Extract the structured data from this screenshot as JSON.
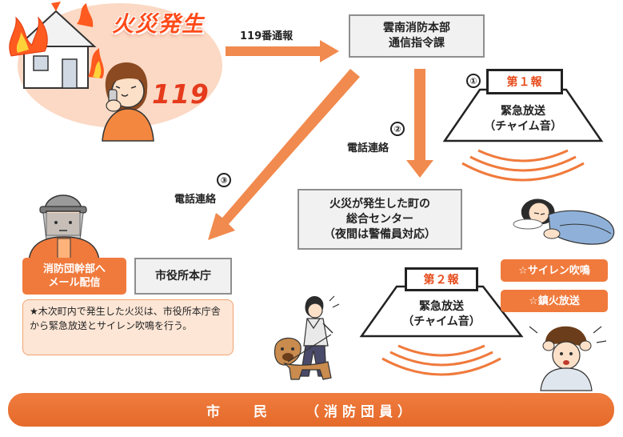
{
  "header": {
    "fire_title": "火災発生",
    "phone_number": "119"
  },
  "flow": {
    "report_label": "119番通報",
    "hq_box": {
      "line1": "雲南消防本部",
      "line2": "通信指令課"
    },
    "step1_number": "①",
    "step2_number": "②",
    "step2_label": "電話連絡",
    "step3_number": "③",
    "step3_label": "電話連絡"
  },
  "first_report": {
    "label": "第１報",
    "line1": "緊急放送",
    "line2": "（チャイム音）"
  },
  "center_box": {
    "line1": "火災が発生した町の",
    "line2": "総合センター",
    "line3": "（夜間は警備員対応）"
  },
  "left_side": {
    "mail_chip": {
      "line1": "消防団幹部へ",
      "line2": "メール配信"
    },
    "city_hall": "市役所本庁",
    "note": "★木次町内で発生した火災は、市役所本庁舎から緊急放送とサイレン吹鳴を行う。"
  },
  "second_report": {
    "label": "第２報",
    "line1": "緊急放送",
    "line2": "（チャイム音）"
  },
  "right_chips": {
    "siren": "☆サイレン吹鳴",
    "extinguish": "☆鎮火放送"
  },
  "citizen_bar": {
    "left": "市 民",
    "right": "（消防団員）"
  },
  "colors": {
    "accent_orange": "#f07a3c",
    "fire_red": "#ff4a1a",
    "box_border": "#8e8e8e",
    "box_fill": "#f1f1f1"
  },
  "icons": [
    "burning-house-icon",
    "caller-woman-icon",
    "firefighter-icon",
    "sleeping-person-icon",
    "walking-dog-person-icon",
    "surprised-boy-icon"
  ]
}
